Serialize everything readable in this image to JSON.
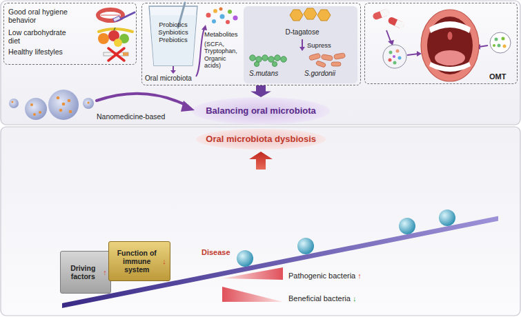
{
  "diagram": {
    "nodes": [
      {
        "text": [
          "Good oral hygiene behavior",
          "Low carbohydrate diet",
          "Healthy lifestyles"
        ]
      },
      {
        "text": [
          "Oral microbiota",
          "Metabolites",
          "(SCFA, Tryptophan, Organic acids)"
        ]
      },
      {
        "text": [
          "Probiotics Synbiotics Prebiotics"
        ],
        "in": 1
      },
      {
        "text": [
          "D-tagatose",
          "Supress",
          "S.mutans",
          "S.gordonii"
        ],
        "in": 1
      },
      {
        "text": [
          "OMT"
        ]
      },
      {
        "text": [
          "Balancing oral microbiota"
        ]
      },
      {
        "text": [
          "Oral microbiota dysbiosis"
        ]
      },
      {
        "text": [
          "Driving factors"
        ]
      },
      {
        "text": [
          "Function of immune system"
        ]
      }
    ],
    "edges": [
      {
        "from": 1,
        "to": 5,
        "arrow": "to"
      }
    ],
    "labels": [
      "Nanomedicine-based",
      "↑",
      "↓",
      "Disease",
      "Pathogenic bacteria",
      "↑",
      "Beneficial bacteria",
      "↓"
    ]
  }
}
